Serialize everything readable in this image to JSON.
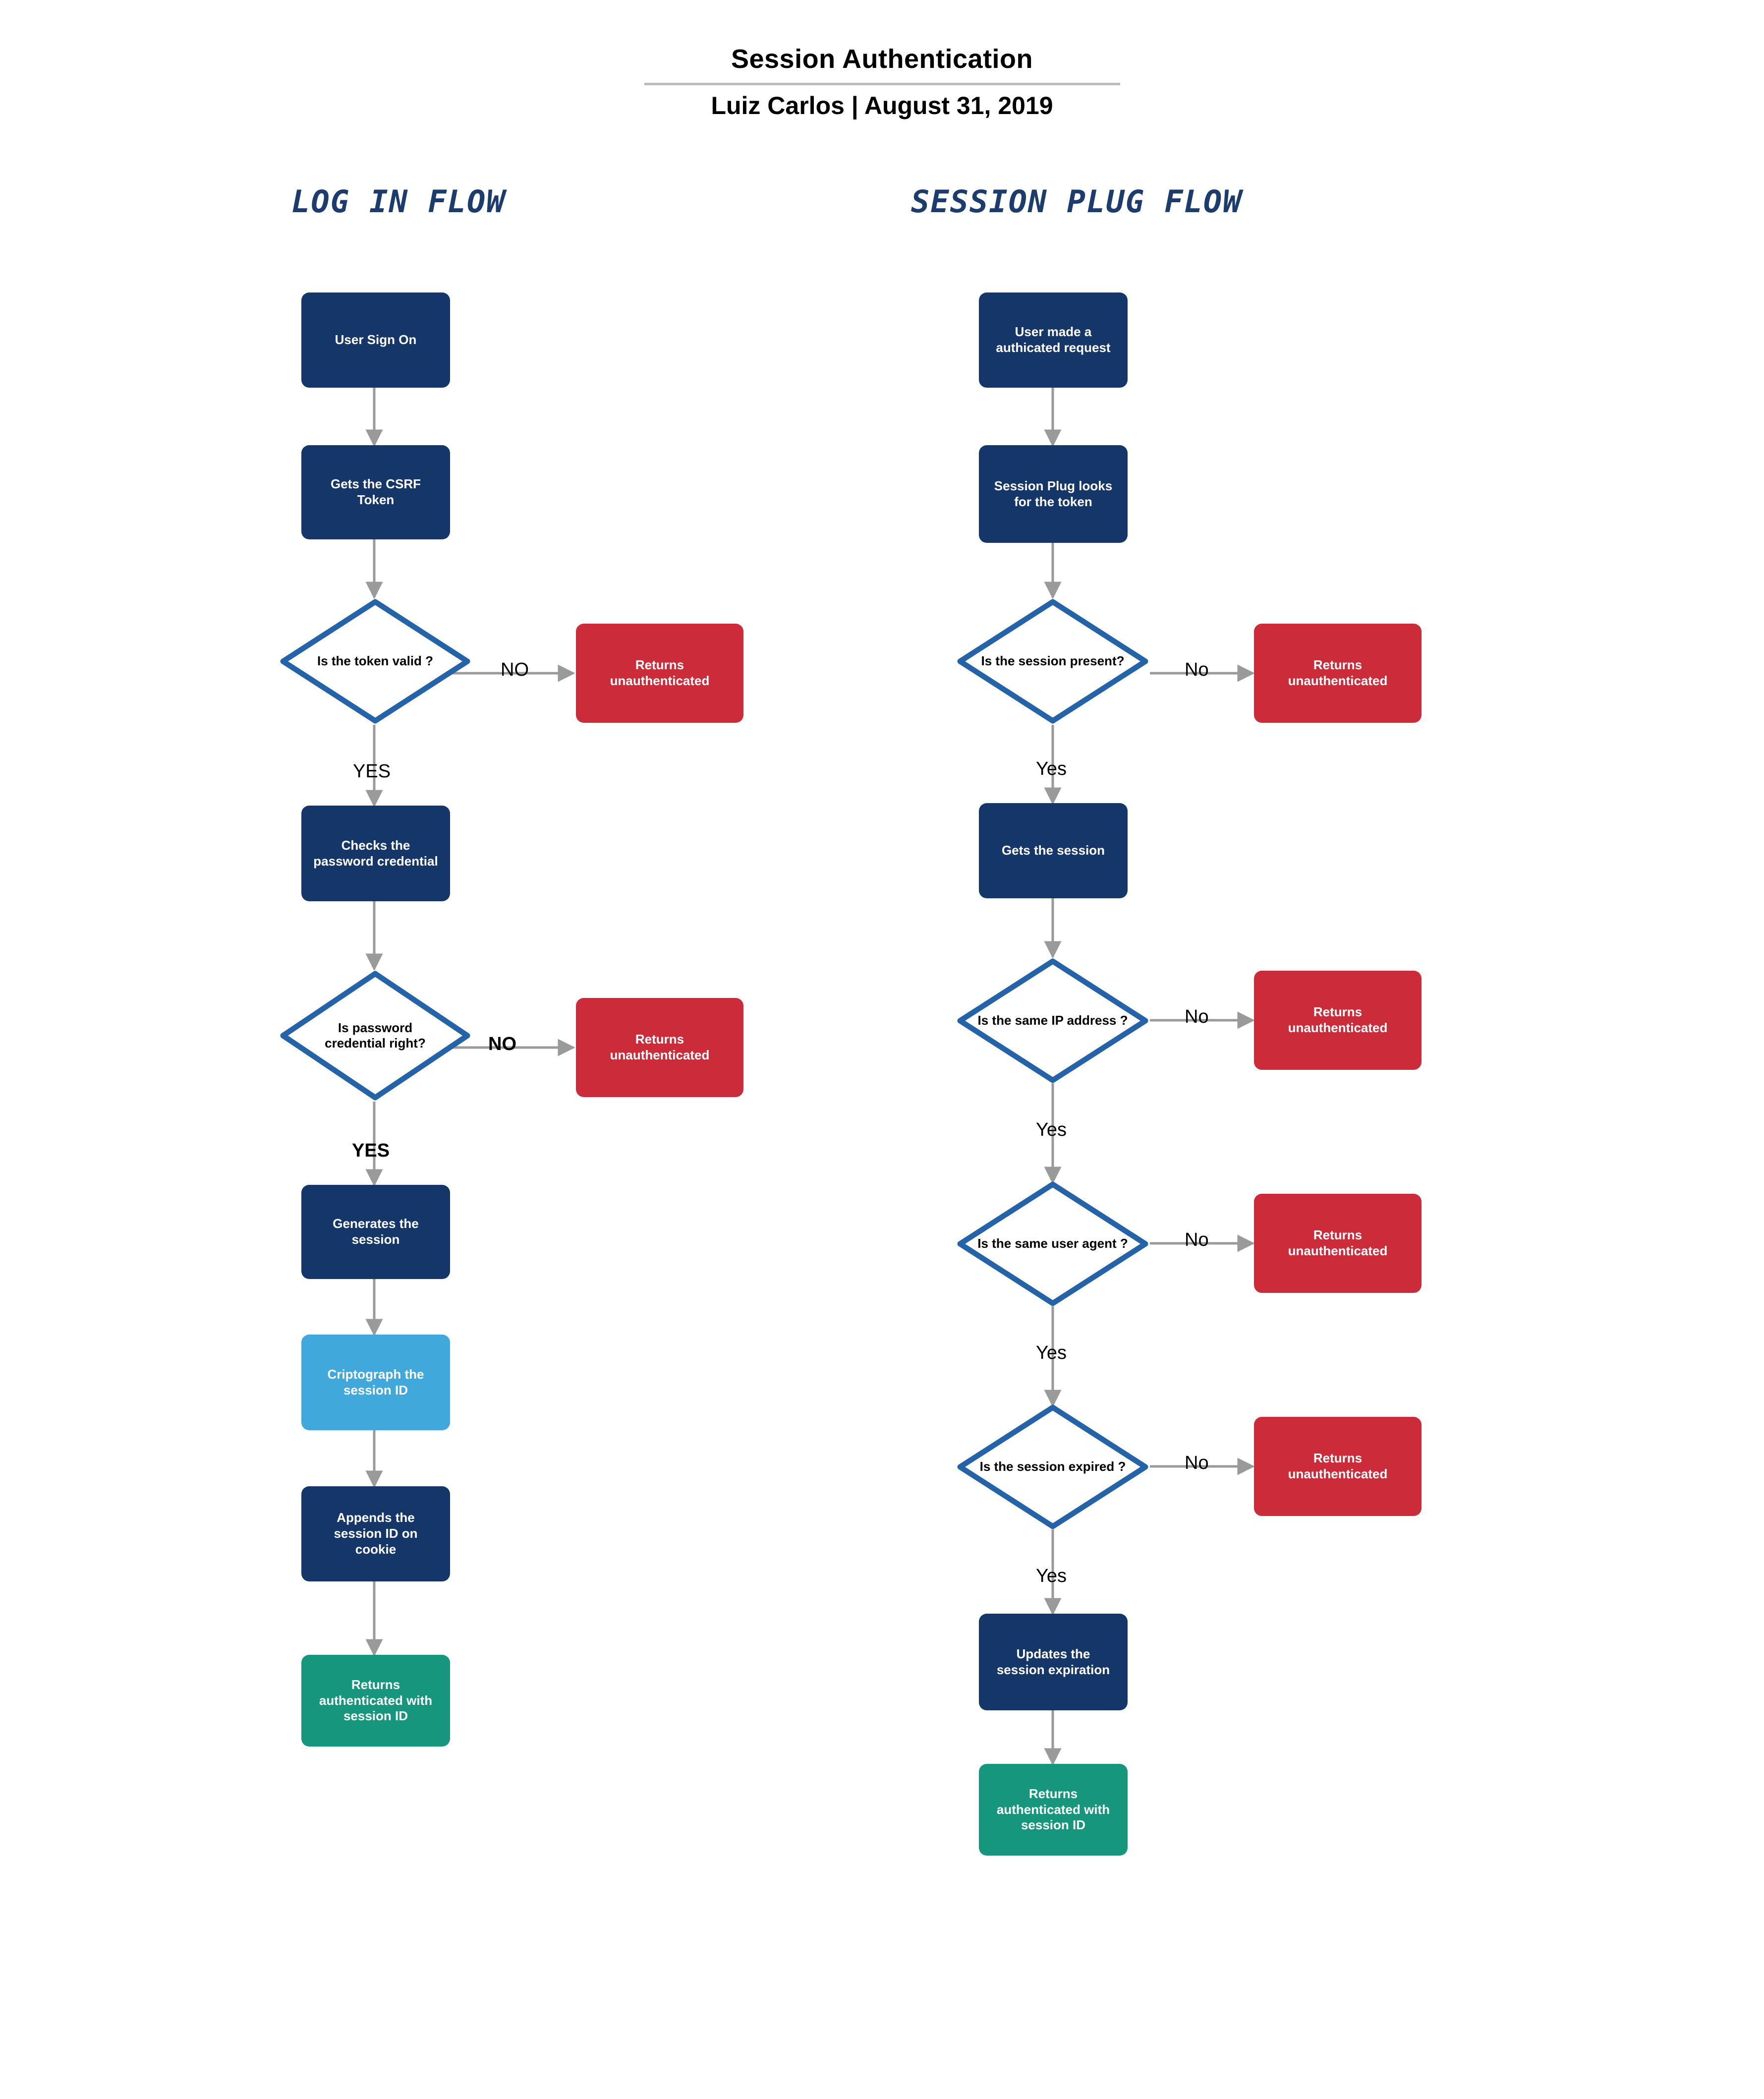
{
  "header": {
    "title": "Session Authentication",
    "byline": "Luiz Carlos  |  August 31, 2019"
  },
  "colors": {
    "navy": "#153669",
    "red": "#cc2b39",
    "green": "#15967d",
    "sky": "#41a8dc",
    "diamond_stroke": "#2563a8",
    "connector": "#9a9a9a",
    "rule": "#b9bcc0",
    "heading": "#1c3c6e"
  },
  "flows": [
    {
      "id": "login-flow",
      "heading": "LOG IN FLOW",
      "nodes": [
        {
          "id": "login-n1",
          "kind": "process",
          "color": "navy",
          "label": "User  Sign On"
        },
        {
          "id": "login-n2",
          "kind": "process",
          "color": "navy",
          "label": "Gets the  CSRF\nToken"
        },
        {
          "id": "login-d1",
          "kind": "decision",
          "label": "Is the token valid ?"
        },
        {
          "id": "login-r1",
          "kind": "terminal",
          "color": "red",
          "label": "Returns\nunauthenticated"
        },
        {
          "id": "login-n3",
          "kind": "process",
          "color": "navy",
          "label": "Checks the\npassword credential"
        },
        {
          "id": "login-d2",
          "kind": "decision",
          "label": "Is password\ncredential right?"
        },
        {
          "id": "login-r2",
          "kind": "terminal",
          "color": "red",
          "label": "Returns\nunauthenticated"
        },
        {
          "id": "login-n4",
          "kind": "process",
          "color": "navy",
          "label": "Generates the\nsession"
        },
        {
          "id": "login-n5",
          "kind": "process",
          "color": "sky",
          "label": "Criptograph the\nsession ID"
        },
        {
          "id": "login-n6",
          "kind": "process",
          "color": "navy",
          "label": "Appends the\nsession ID on\ncookie"
        },
        {
          "id": "login-n7",
          "kind": "terminal",
          "color": "green",
          "label": "Returns\nauthenticated with\nsession ID"
        }
      ],
      "edge_labels": [
        {
          "id": "login-e1",
          "text": "NO"
        },
        {
          "id": "login-e2",
          "text": "YES"
        },
        {
          "id": "login-e3",
          "text": "NO"
        },
        {
          "id": "login-e4",
          "text": "YES"
        }
      ]
    },
    {
      "id": "session-plug-flow",
      "heading": "SESSION PLUG FLOW",
      "nodes": [
        {
          "id": "plug-n1",
          "kind": "process",
          "color": "navy",
          "label": "User made a\nauthicated request"
        },
        {
          "id": "plug-n2",
          "kind": "process",
          "color": "navy",
          "label": "Session Plug looks\nfor the token"
        },
        {
          "id": "plug-d1",
          "kind": "decision",
          "label": "Is the session present?"
        },
        {
          "id": "plug-r1",
          "kind": "terminal",
          "color": "red",
          "label": "Returns\nunauthenticated"
        },
        {
          "id": "plug-n3",
          "kind": "process",
          "color": "navy",
          "label": "Gets the session"
        },
        {
          "id": "plug-d2",
          "kind": "decision",
          "label": "Is the same IP address ?"
        },
        {
          "id": "plug-r2",
          "kind": "terminal",
          "color": "red",
          "label": "Returns\nunauthenticated"
        },
        {
          "id": "plug-d3",
          "kind": "decision",
          "label": "Is the same user agent ?"
        },
        {
          "id": "plug-r3",
          "kind": "terminal",
          "color": "red",
          "label": "Returns\nunauthenticated"
        },
        {
          "id": "plug-d4",
          "kind": "decision",
          "label": "Is the session expired ?"
        },
        {
          "id": "plug-r4",
          "kind": "terminal",
          "color": "red",
          "label": "Returns\nunauthenticated"
        },
        {
          "id": "plug-n4",
          "kind": "process",
          "color": "navy",
          "label": "Updates the\nsession expiration"
        },
        {
          "id": "plug-n5",
          "kind": "terminal",
          "color": "green",
          "label": "Returns\nauthenticated with\nsession ID"
        }
      ],
      "edge_labels": [
        {
          "id": "plug-e1",
          "text": "No"
        },
        {
          "id": "plug-e2",
          "text": "Yes"
        },
        {
          "id": "plug-e3",
          "text": "No"
        },
        {
          "id": "plug-e4",
          "text": "Yes"
        },
        {
          "id": "plug-e5",
          "text": "No"
        },
        {
          "id": "plug-e6",
          "text": "Yes"
        },
        {
          "id": "plug-e7",
          "text": "No"
        },
        {
          "id": "plug-e8",
          "text": "Yes"
        }
      ]
    }
  ]
}
